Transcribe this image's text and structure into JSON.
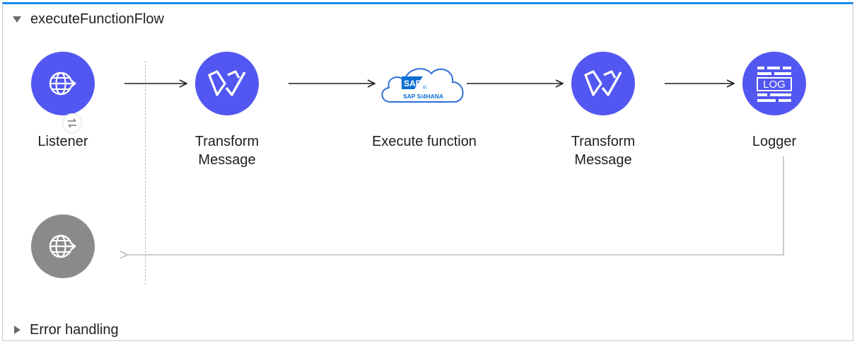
{
  "flow": {
    "title": "executeFunctionFlow",
    "error_handling_label": "Error handling"
  },
  "nodes": {
    "listener": {
      "label": "Listener",
      "icon": "http-listener-icon"
    },
    "transform1": {
      "label_line1": "Transform",
      "label_line2": "Message",
      "icon": "transform-icon"
    },
    "execute": {
      "label": "Execute function",
      "icon": "sap-s4hana-cloud-icon",
      "logo_text": "SAP",
      "logo_sub": "SAP S/4HANA"
    },
    "transform2": {
      "label_line1": "Transform",
      "label_line2": "Message",
      "icon": "transform-icon"
    },
    "logger": {
      "label": "Logger",
      "icon": "log-icon",
      "icon_text": "LOG"
    },
    "response": {
      "icon": "http-response-icon"
    }
  },
  "colors": {
    "accent": "#5257f1",
    "response_gray": "#8a8a8a",
    "frame_top": "#1a8bf0",
    "sap_blue": "#0a6ed1"
  }
}
